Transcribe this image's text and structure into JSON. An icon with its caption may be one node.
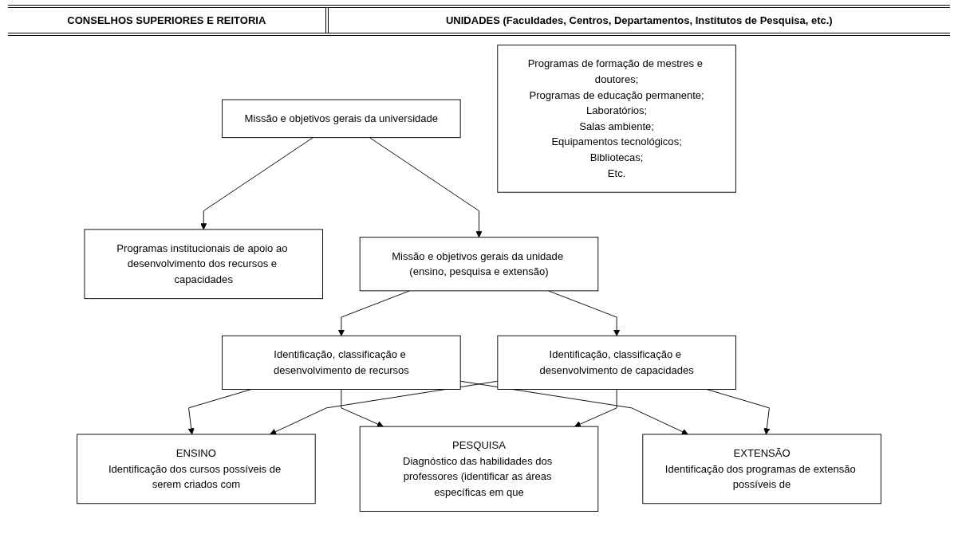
{
  "diagram": {
    "nodes": [
      {
        "text": [
          "Missão e objetivos gerais da universidade"
        ]
      },
      {
        "text": [
          "Programas institucionais de apoio ao desenvolvimento dos recursos e capacidades"
        ]
      },
      {
        "text": [
          "Programas de formação de mestres e doutores;",
          "Programas de educação permanente;",
          "Laboratórios;",
          "Salas ambiente;",
          "Equipamentos tecnológicos;",
          "Bibliotecas;",
          "Etc."
        ]
      },
      {
        "text": [
          "Missão e objetivos gerais da unidade (ensino, pesquisa e extensão)"
        ]
      },
      {
        "text": [
          "Identificação, classificação e desenvolvimento de recursos"
        ]
      },
      {
        "text": [
          "Identificação, classificação e desenvolvimento de capacidades"
        ]
      },
      {
        "text": [
          "ENSINO",
          "Identificação dos cursos possíveis de serem criados com"
        ]
      },
      {
        "text": [
          "PESQUISA",
          "Diagnóstico das habilidades dos professores (identificar as áreas específicas em que"
        ]
      },
      {
        "text": [
          "EXTENSÃO",
          "Identificação dos programas de extensão possíveis de"
        ]
      }
    ],
    "edges": [
      {
        "from": 0,
        "to": 3,
        "arrow": "to"
      },
      {
        "from": 0,
        "to": 1,
        "arrow": "to"
      },
      {
        "from": 3,
        "to": 4,
        "arrow": "to"
      },
      {
        "from": 3,
        "to": 5,
        "arrow": "to"
      },
      {
        "from": 4,
        "to": 6,
        "arrow": "to"
      },
      {
        "from": 4,
        "to": 7,
        "arrow": "to"
      },
      {
        "from": 4,
        "to": 8,
        "arrow": "to"
      },
      {
        "from": 5,
        "to": 6,
        "arrow": "to"
      },
      {
        "from": 5,
        "to": 7,
        "arrow": "to"
      },
      {
        "from": 5,
        "to": 8,
        "arrow": "to"
      }
    ],
    "labels": [
      "CONSELHOS SUPERIORES E REITORIA",
      "UNIDADES (Faculdades, Centros, Departamentos, Institutos de Pesquisa, etc.)"
    ]
  }
}
